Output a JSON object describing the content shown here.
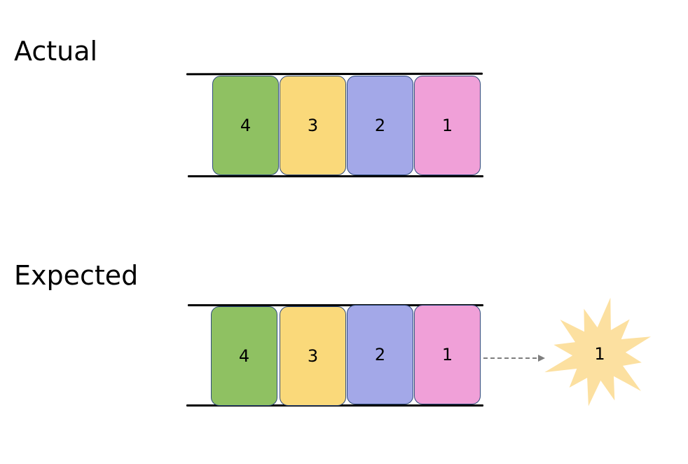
{
  "actual": {
    "title": "Actual",
    "blocks": [
      {
        "label": "4",
        "color": "#8fc162"
      },
      {
        "label": "3",
        "color": "#fad97a"
      },
      {
        "label": "2",
        "color": "#a3a8e8"
      },
      {
        "label": "1",
        "color": "#f0a0d8"
      }
    ]
  },
  "expected": {
    "title": "Expected",
    "blocks": [
      {
        "label": "4",
        "color": "#8fc162"
      },
      {
        "label": "3",
        "color": "#fad97a"
      },
      {
        "label": "2",
        "color": "#a3a8e8"
      },
      {
        "label": "1",
        "color": "#f0a0d8"
      }
    ],
    "ejected": {
      "label": "1",
      "color": "#fce0a0",
      "shape": "burst-icon"
    },
    "arrow": {
      "style": "dashed",
      "color": "#7f7f7f"
    }
  },
  "colors": {
    "rail": "#000000",
    "block_border": "#2f4b7c"
  }
}
